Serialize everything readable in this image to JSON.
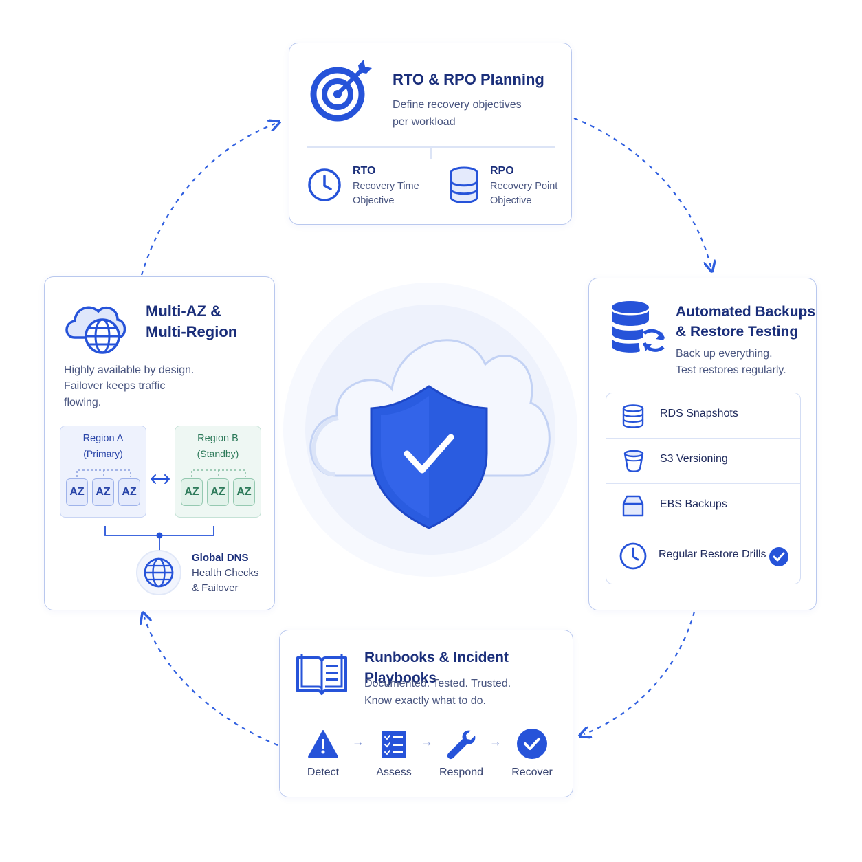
{
  "rto_rpo": {
    "title": "RTO & RPO Planning",
    "desc_line1": "Define recovery objectives",
    "desc_line2": "per workload",
    "rto": {
      "label": "RTO",
      "line1": "Recovery Time",
      "line2": "Objective"
    },
    "rpo": {
      "label": "RPO",
      "line1": "Recovery Point",
      "line2": "Objective"
    },
    "icons": [
      "target-icon",
      "clock-icon",
      "database-icon"
    ]
  },
  "backups": {
    "title_line1": "Automated Backups",
    "title_line2": "& Restore Testing",
    "desc_line1": "Back up everything.",
    "desc_line2": "Test restores regularly.",
    "items": [
      {
        "label": "RDS Snapshots",
        "icon": "database-icon"
      },
      {
        "label": "S3 Versioning",
        "icon": "bucket-icon"
      },
      {
        "label": "EBS Backups",
        "icon": "volume-icon"
      },
      {
        "label": "Regular Restore Drills",
        "icon": "clock-icon",
        "badge": "check-circle-icon"
      }
    ]
  },
  "multi_az": {
    "title_line1": "Multi-AZ &",
    "title_line2": "Multi-Region",
    "desc_line1": "Highly available by design.",
    "desc_line2": "Failover keeps traffic",
    "desc_line3": "flowing.",
    "region_a": {
      "name": "Region A",
      "role": "(Primary)",
      "zones": [
        "AZ",
        "AZ",
        "AZ"
      ]
    },
    "region_b": {
      "name": "Region B",
      "role": "(Standby)",
      "zones": [
        "AZ",
        "AZ",
        "AZ"
      ]
    },
    "dns": {
      "title": "Global DNS",
      "line1": "Health Checks",
      "line2": "& Failover"
    }
  },
  "runbooks": {
    "title": "Runbooks & Incident Playbooks",
    "desc_line1": "Documented. Tested. Trusted.",
    "desc_line2": "Know exactly what to do.",
    "steps": [
      {
        "label": "Detect",
        "icon": "warning-icon"
      },
      {
        "label": "Assess",
        "icon": "checklist-icon"
      },
      {
        "label": "Respond",
        "icon": "wrench-icon"
      },
      {
        "label": "Recover",
        "icon": "check-circle-icon"
      }
    ]
  },
  "colors": {
    "primary": "#2653d9",
    "dark_text": "#1a2e7a",
    "region_a_accent": "#2844a8",
    "region_b_accent": "#2d7a5a",
    "card_border": "#b9c8ee"
  },
  "center_icon": "shield-check-cloud-icon"
}
